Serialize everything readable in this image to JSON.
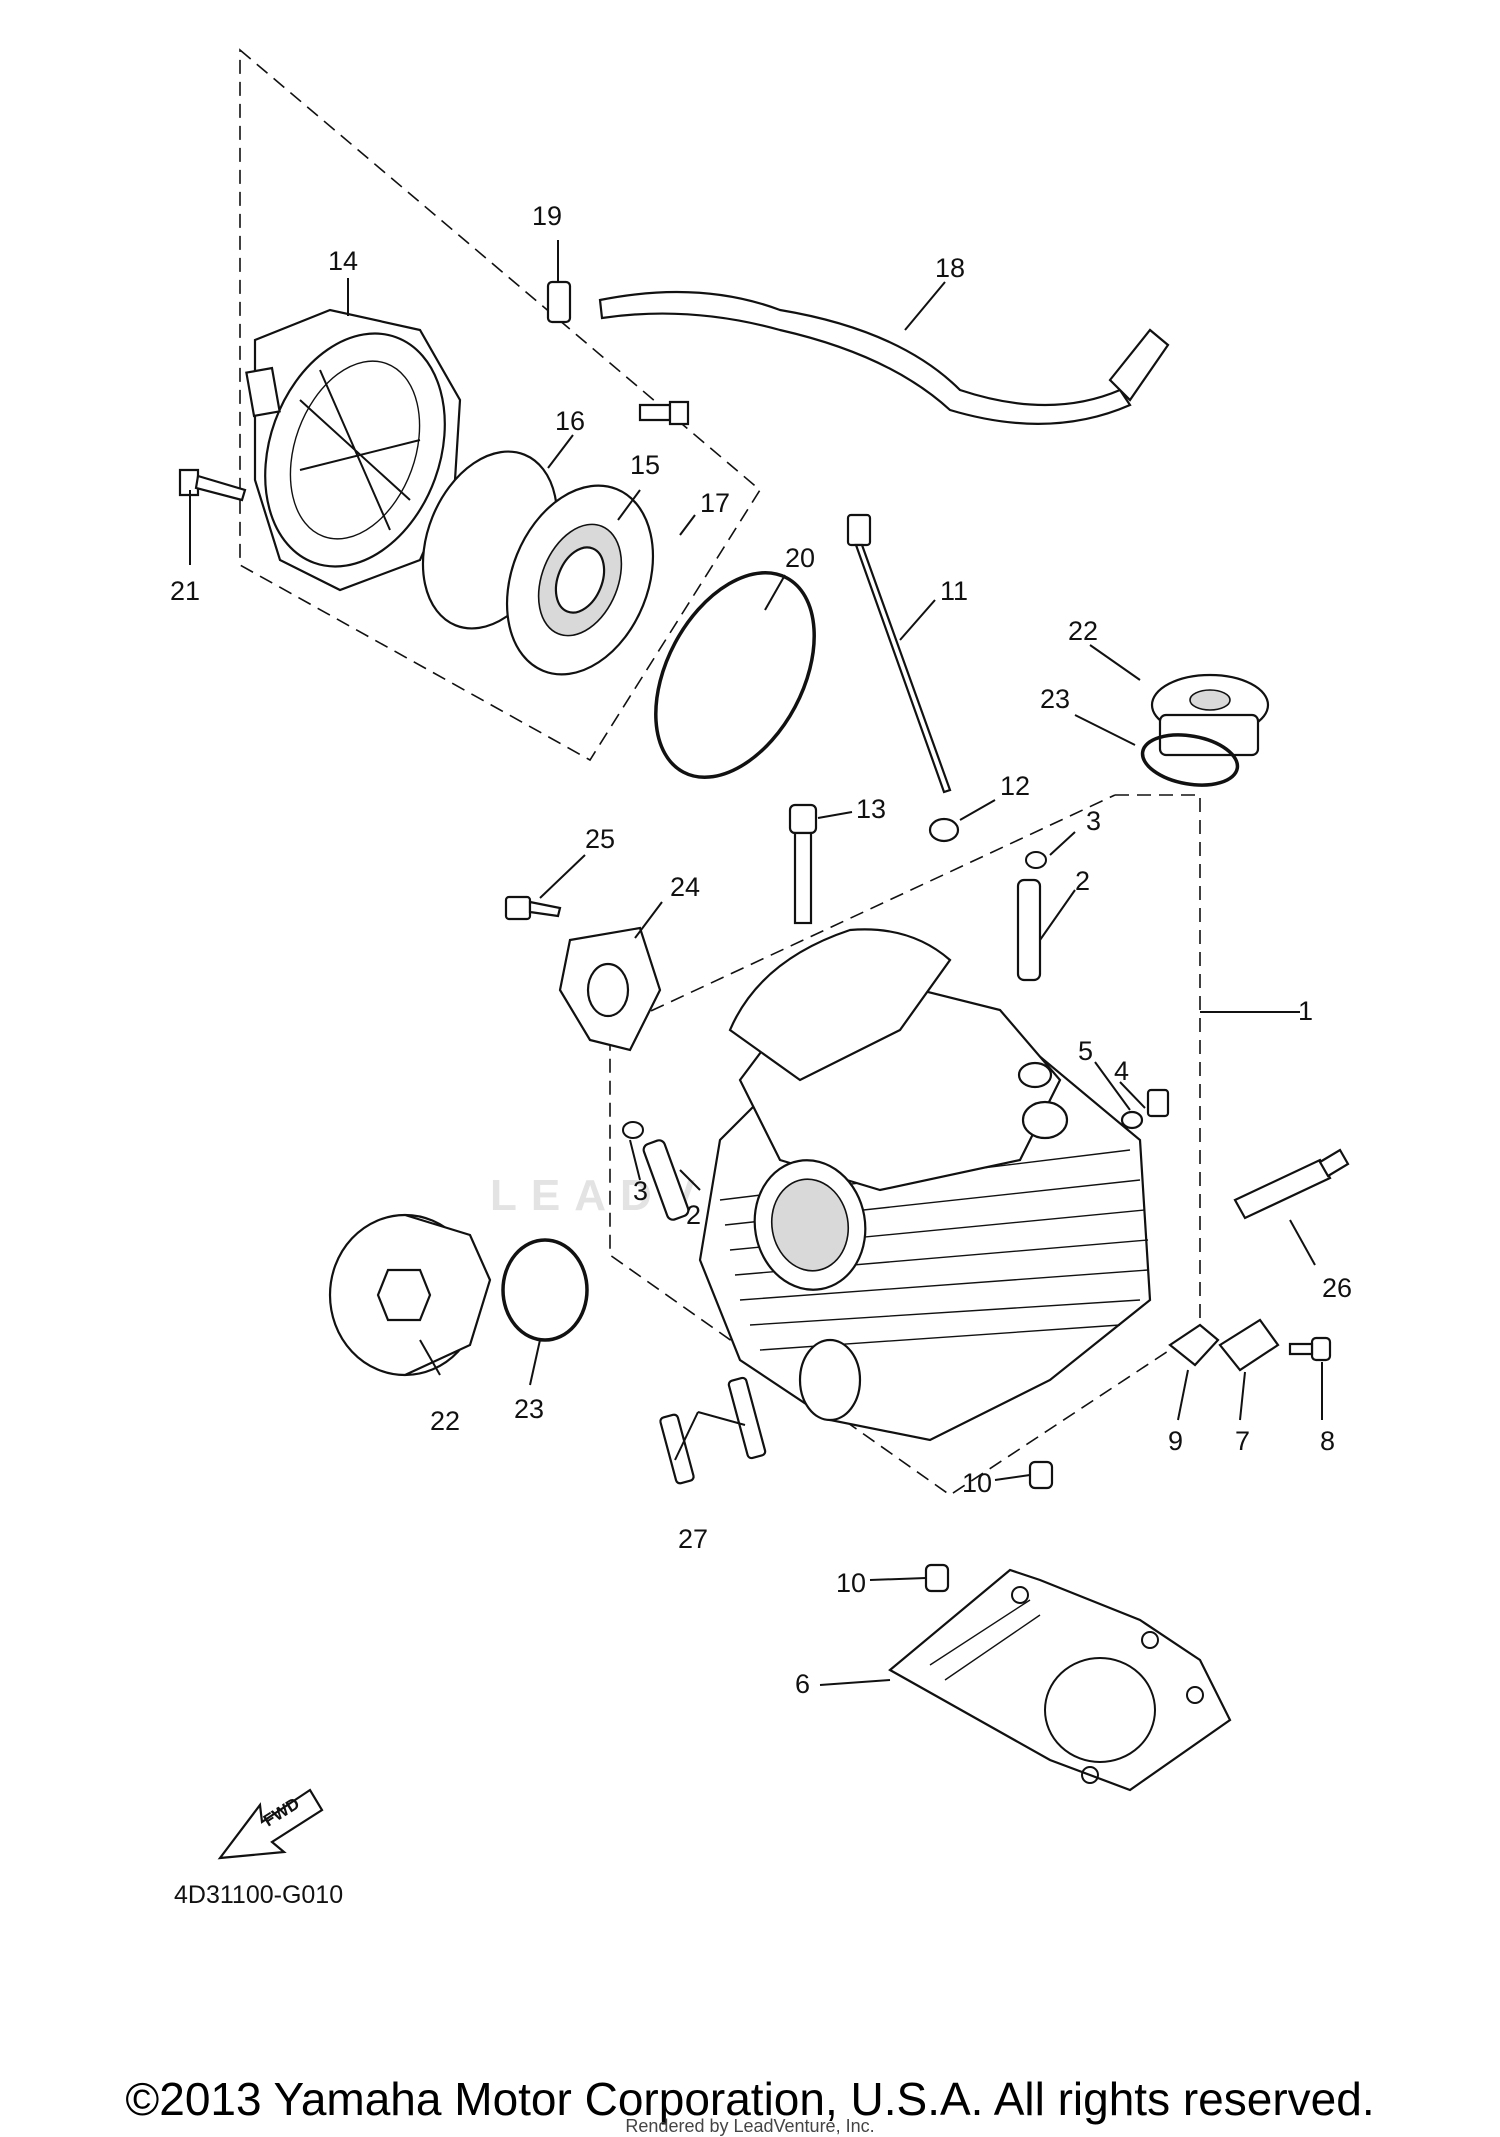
{
  "diagram": {
    "part_code": "4D31100-G010",
    "fwd_label": "FWD",
    "watermark": "LEADVENTURE",
    "copyright": "©2013 Yamaha Motor Corporation, U.S.A. All rights reserved.",
    "rendered_by": "Rendered by LeadVenture, Inc.",
    "callouts": [
      "1",
      "2",
      "2",
      "3",
      "3",
      "4",
      "5",
      "6",
      "7",
      "8",
      "9",
      "10",
      "10",
      "11",
      "12",
      "13",
      "14",
      "15",
      "16",
      "17",
      "18",
      "19",
      "20",
      "21",
      "22",
      "22",
      "23",
      "23",
      "24",
      "25",
      "26",
      "27"
    ]
  }
}
